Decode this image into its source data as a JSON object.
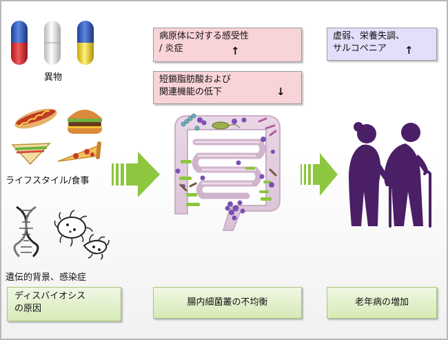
{
  "causes": {
    "foreign_substances": "異物",
    "lifestyle_diet": "ライフスタイル/食事",
    "genetics_infection": "遺伝的背景、感染症"
  },
  "effects": {
    "susceptibility_line1": "病原体に対する感受性",
    "susceptibility_line2": "/ 炎症",
    "susceptibility_arrow": "↑",
    "scfa_line1": "短鎖脂肪酸および",
    "scfa_line2": "関連機能の低下",
    "scfa_arrow": "↓",
    "frailty_line1": "虚弱、栄養失調、",
    "frailty_line2": "サルコペニア",
    "frailty_arrow": "↑"
  },
  "footer": {
    "dysbiosis_line1": "ディスバイオシス",
    "dysbiosis_line2": "の原因",
    "imbalance": "腸内細菌叢の不均衡",
    "age_disease": "老年病の増加"
  },
  "colors": {
    "pink_box": "#f8d3d8",
    "lavender_box": "#e3defa",
    "green_box": "#d6eab6",
    "arrow_green": "#8dc63f",
    "elderly_purple": "#4a1f66",
    "bacteria_purple": "#7b4fb3"
  }
}
